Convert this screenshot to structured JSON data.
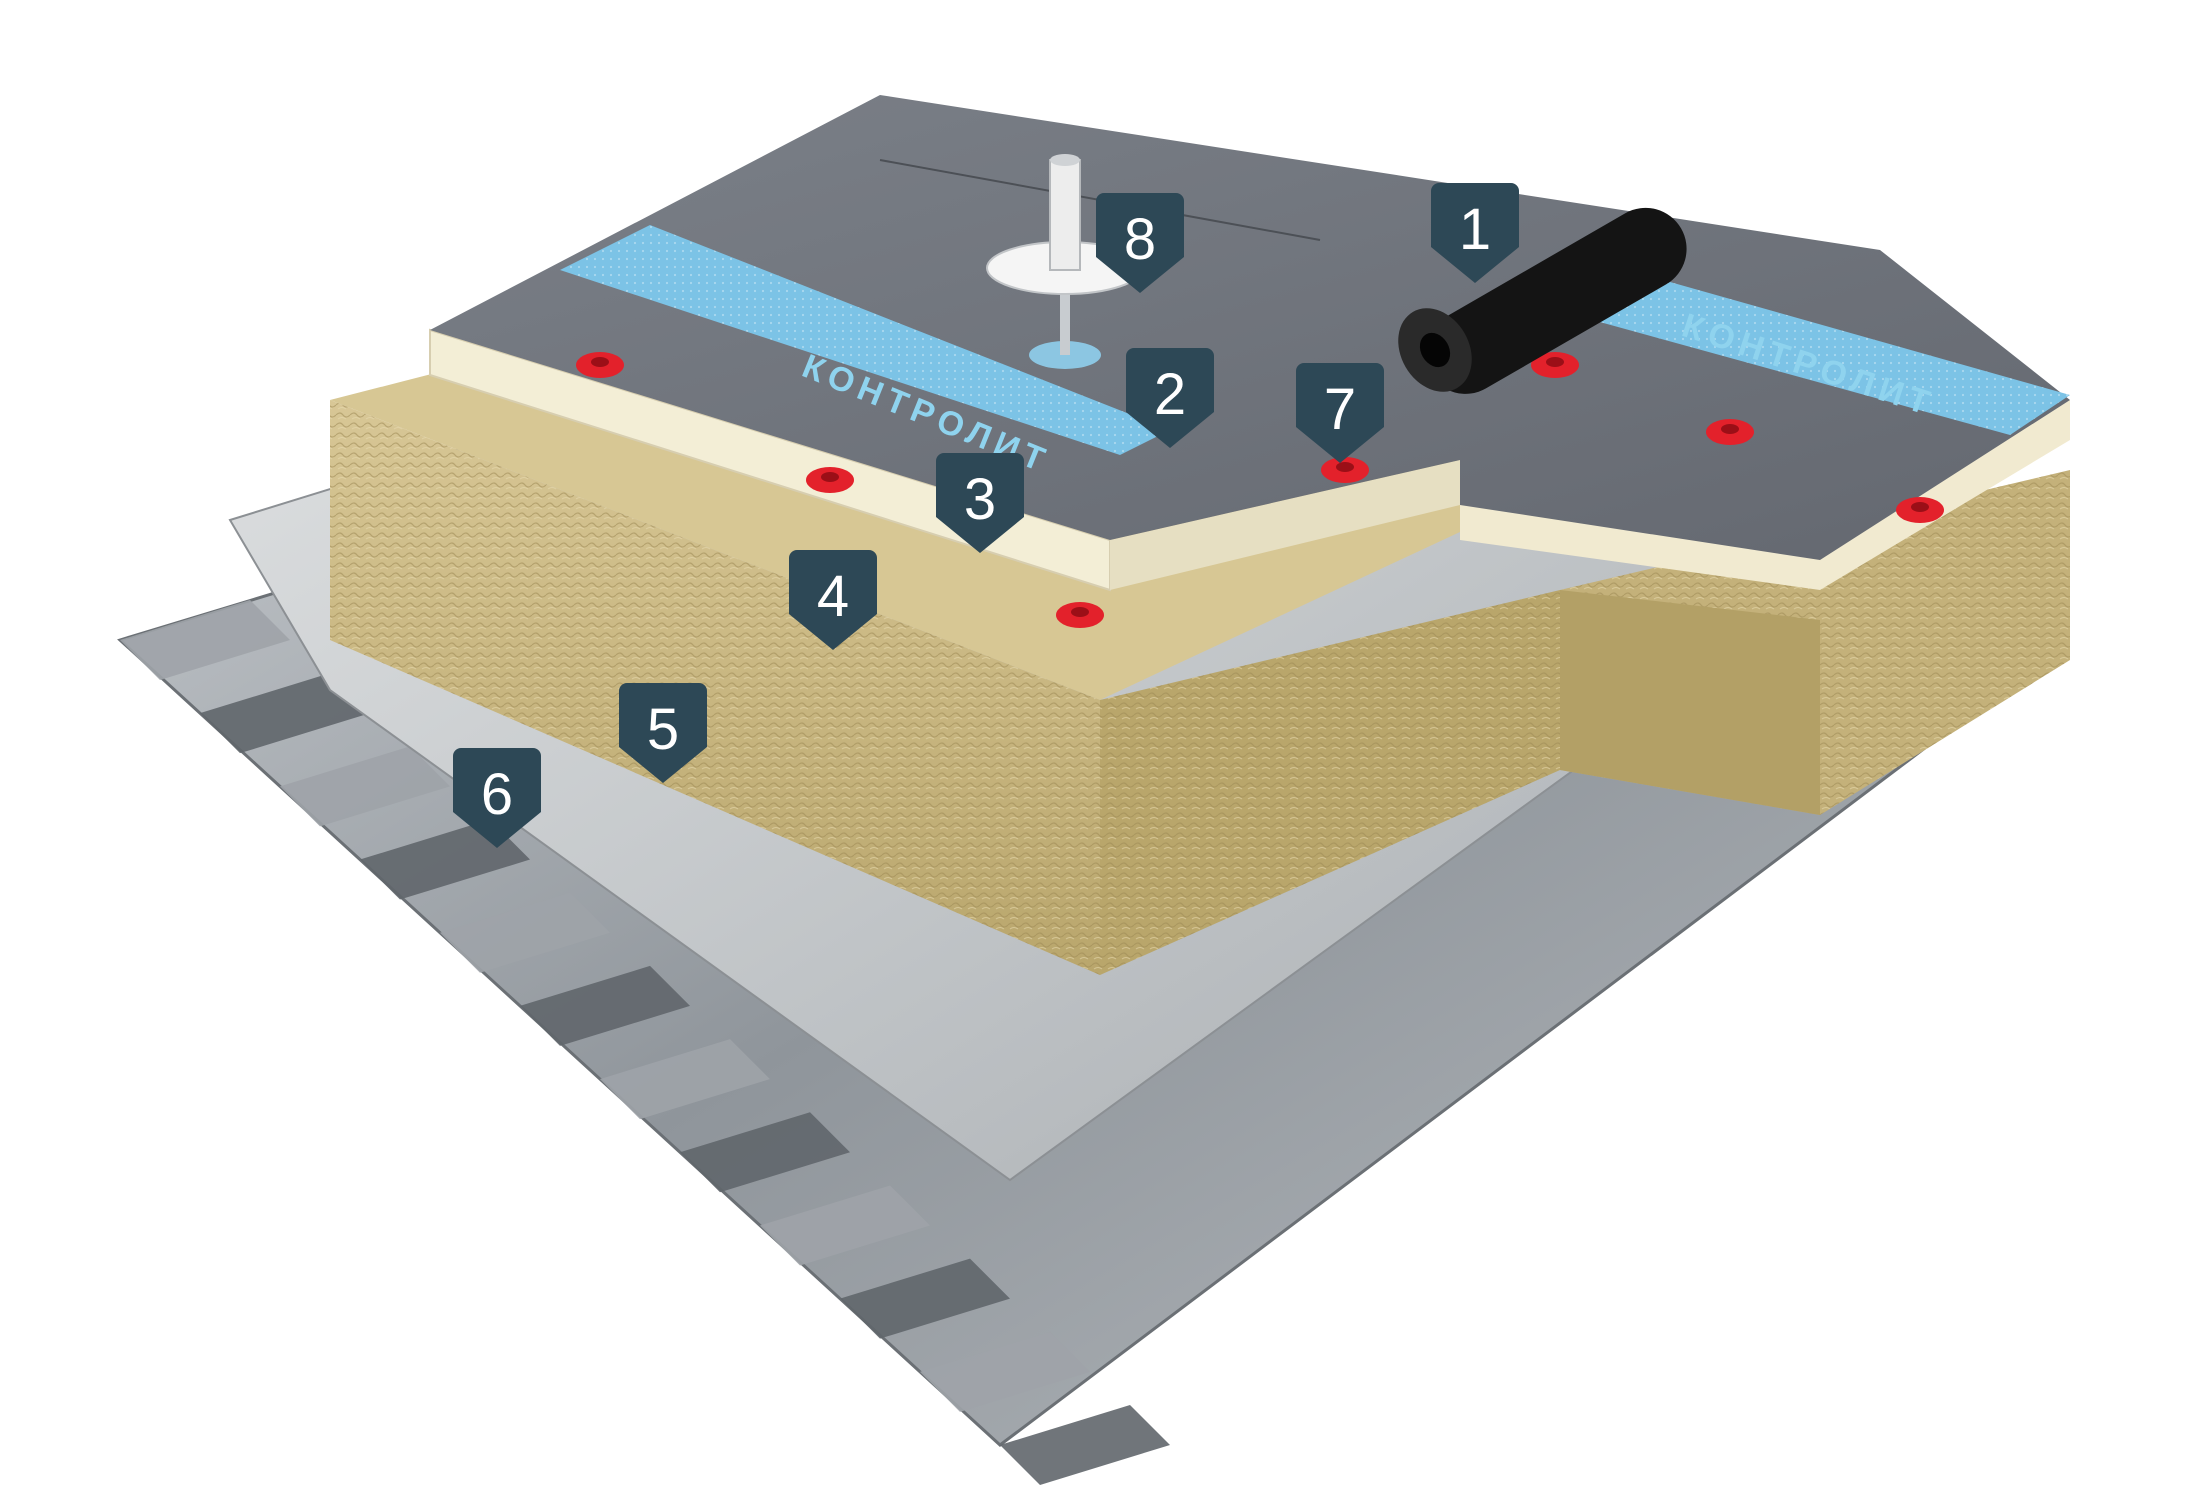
{
  "diagram": {
    "brand_text": "КОНТРОЛИТ",
    "colors": {
      "membrane": "#6f747c",
      "membrane_dark": "#5d6169",
      "blue_band": "#7cc3e6",
      "foam": "#f2ecd3",
      "wool": "#cbb87f",
      "wool_dark": "#a9975f",
      "vapor": "#c9ccce",
      "steel": "#9ea3a8",
      "steel_dark": "#61666c",
      "marker": "#2d4856",
      "washer": "#e3212b",
      "roll": "#141414"
    },
    "markers": [
      {
        "id": "1",
        "label": "1"
      },
      {
        "id": "2",
        "label": "2"
      },
      {
        "id": "3",
        "label": "3"
      },
      {
        "id": "4",
        "label": "4"
      },
      {
        "id": "5",
        "label": "5"
      },
      {
        "id": "6",
        "label": "6"
      },
      {
        "id": "7",
        "label": "7"
      },
      {
        "id": "8",
        "label": "8"
      }
    ]
  }
}
